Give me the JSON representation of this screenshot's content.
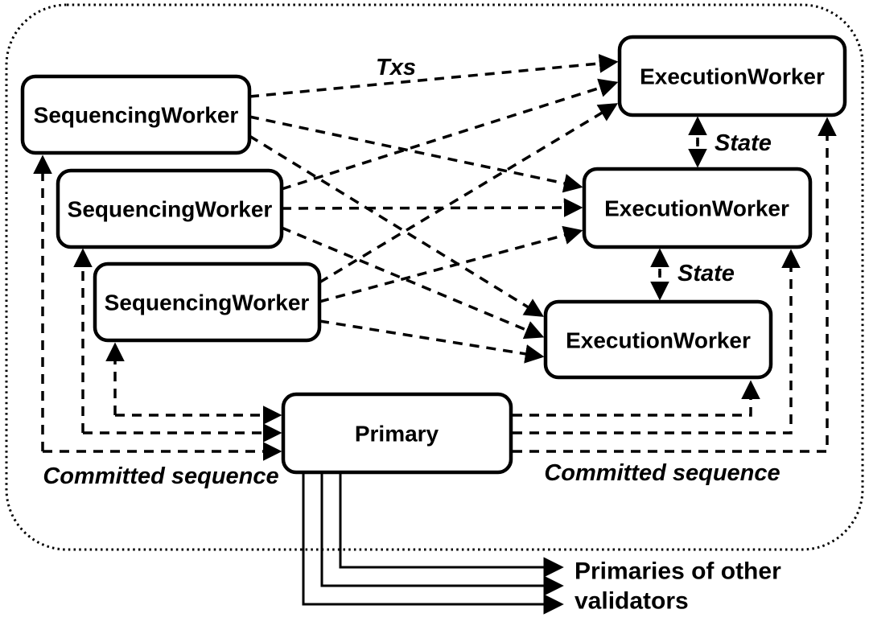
{
  "figure": {
    "type": "validator-architecture-diagram",
    "nodes": {
      "sequencing_workers": [
        "SequencingWorker",
        "SequencingWorker",
        "SequencingWorker"
      ],
      "execution_workers": [
        "ExecutionWorker",
        "ExecutionWorker",
        "ExecutionWorker"
      ],
      "primary": "Primary"
    },
    "labels": {
      "txs": "Txs",
      "state_top": "State",
      "state_bottom": "State",
      "committed_sequence_left": "Committed sequence",
      "committed_sequence_right": "Committed sequence",
      "external_primaries_line1": "Primaries of other",
      "external_primaries_line2": "validators"
    },
    "colors": {
      "ink": "#000000",
      "node_fill": "#ffffff",
      "background": "#ffffff"
    }
  }
}
